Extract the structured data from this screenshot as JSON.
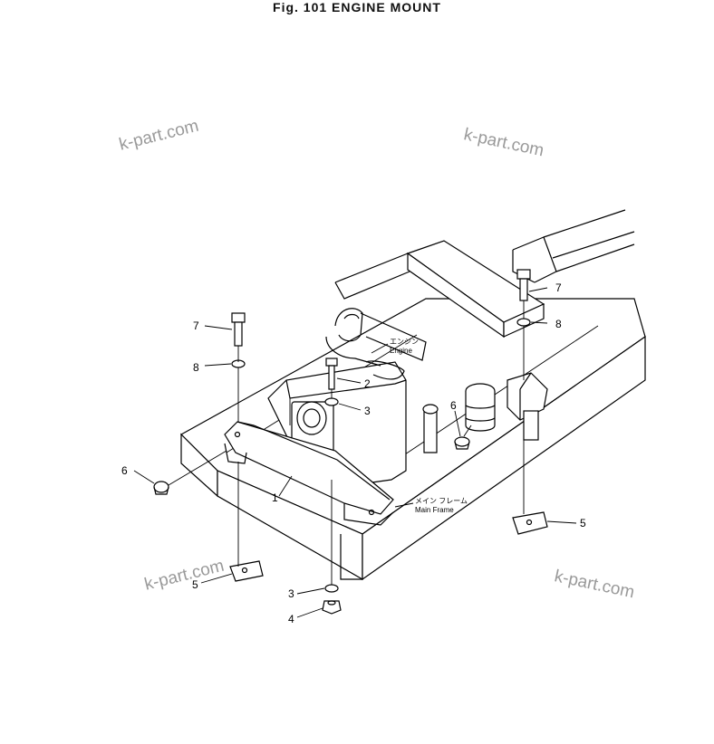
{
  "figure": {
    "title": "Fig. 101   ENGINE MOUNT"
  },
  "watermarks": [
    "k-part.com",
    "k-part.com",
    "k-part.com",
    "k-part.com"
  ],
  "labels": {
    "engine_jp": "エンジン",
    "engine_en": "Engine",
    "frame_jp": "メイン フレーム",
    "frame_en": "Main Frame"
  },
  "callouts": [
    "1",
    "2",
    "3",
    "3",
    "4",
    "5",
    "5",
    "6",
    "6",
    "7",
    "7",
    "8",
    "8"
  ]
}
